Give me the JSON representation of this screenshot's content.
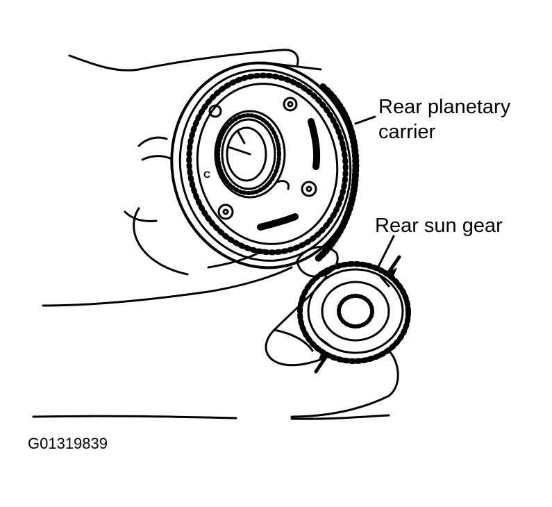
{
  "labels": {
    "carrier_line1": "Rear planetary",
    "carrier_line2": "carrier",
    "sun_gear": "Rear sun gear",
    "marking_c": "C"
  },
  "figure_id": "G01319839",
  "colors": {
    "ink": "#000000",
    "paper": "#ffffff"
  }
}
